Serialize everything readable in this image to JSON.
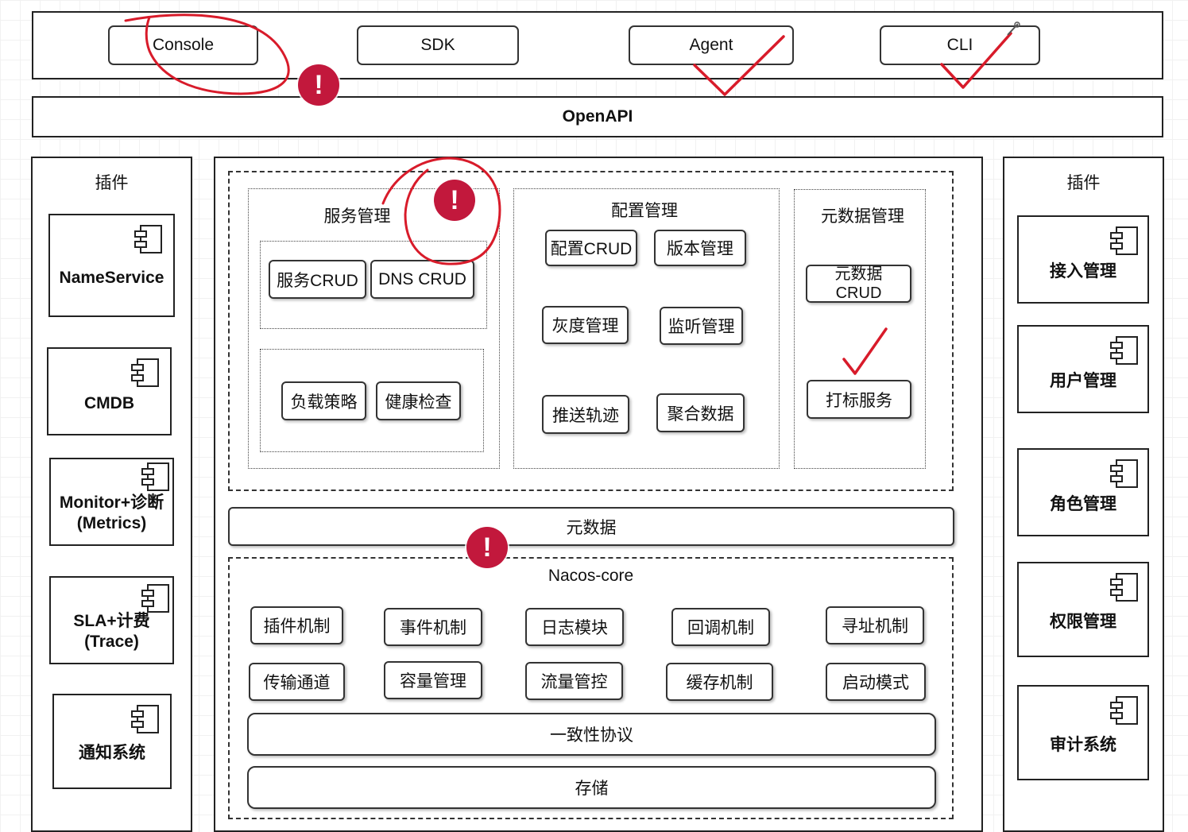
{
  "clients": [
    "Console",
    "SDK",
    "Agent",
    "CLI"
  ],
  "openapi": "OpenAPI",
  "left_plugins": {
    "title": "插件",
    "items": [
      "NameService",
      "CMDB",
      "Monitor+诊断\n(Metrics)",
      "SLA+计费\n(Trace)",
      "通知系统"
    ]
  },
  "right_plugins": {
    "title": "插件",
    "items": [
      "接入管理",
      "用户管理",
      "角色管理",
      "权限管理",
      "审计系统"
    ]
  },
  "service_mgmt": {
    "title": "服务管理",
    "items": [
      "服务CRUD",
      "DNS CRUD",
      "负载策略",
      "健康检查"
    ]
  },
  "config_mgmt": {
    "title": "配置管理",
    "items": [
      "配置CRUD",
      "版本管理",
      "灰度管理",
      "监听管理",
      "推送轨迹",
      "聚合数据"
    ]
  },
  "metadata_mgmt": {
    "title": "元数据管理",
    "items": [
      "元数据\nCRUD",
      "打标服务"
    ]
  },
  "metadata_bar": "元数据",
  "core": {
    "title": "Nacos-core",
    "items": [
      "插件机制",
      "事件机制",
      "日志模块",
      "回调机制",
      "寻址机制",
      "传输通道",
      "容量管理",
      "流量管控",
      "缓存机制",
      "启动模式"
    ],
    "consistency": "一致性协议",
    "storage": "存储"
  },
  "annotations": {
    "alert_symbol": "!",
    "ink_color": "#d81b2a",
    "alert_color": "#c2183c"
  }
}
